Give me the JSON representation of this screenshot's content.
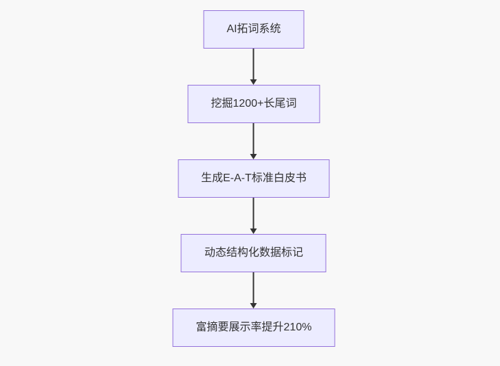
{
  "diagram": {
    "type": "flowchart-top-down",
    "colors": {
      "background": "#f8f8f8",
      "node_fill": "#ECECFF",
      "node_border": "#9370DB",
      "arrow": "#333333",
      "text": "#333333"
    },
    "nodes": [
      {
        "label": "AI拓词系统"
      },
      {
        "label": "挖掘1200+长尾词"
      },
      {
        "label": "生成E-A-T标准白皮书"
      },
      {
        "label": "动态结构化数据标记"
      },
      {
        "label": "富摘要展示率提升210%"
      }
    ]
  }
}
